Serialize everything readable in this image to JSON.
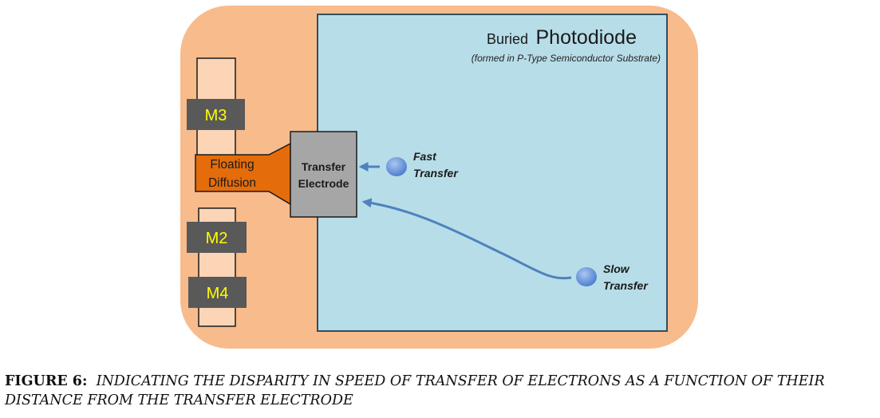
{
  "colors": {
    "substrate_fill": "#f8bb8c",
    "photodiode_fill": "#b7dde8",
    "photodiode_border": "#2f4f5f",
    "floating_diffusion_fill": "#e46c0a",
    "transfer_electrode_fill": "#a6a6a6",
    "gate_fill": "#595959",
    "gate_text": "#ffff00",
    "column_fill": "#fbd5b5",
    "electron_fill": "#6f9de0",
    "arrow": "#4f81bd"
  },
  "photodiode": {
    "title_prefix": "Buried",
    "title_main": "Photodiode",
    "subtitle": "(formed in P-Type Semiconductor Substrate)"
  },
  "gates": {
    "m3": "M3",
    "m2": "M2",
    "m4": "M4"
  },
  "floating_diffusion": {
    "line1": "Floating",
    "line2": "Diffusion"
  },
  "transfer_electrode": {
    "line1": "Transfer",
    "line2": "Electrode"
  },
  "electrons": {
    "fast": {
      "line1": "Fast",
      "line2": "Transfer"
    },
    "slow": {
      "line1": "Slow",
      "line2": "Transfer"
    }
  },
  "caption": {
    "label": "FIGURE 6:",
    "text": "INDICATING THE DISPARITY IN SPEED OF TRANSFER OF ELECTRONS AS A FUNCTION OF THEIR DISTANCE FROM THE TRANSFER ELECTRODE"
  }
}
